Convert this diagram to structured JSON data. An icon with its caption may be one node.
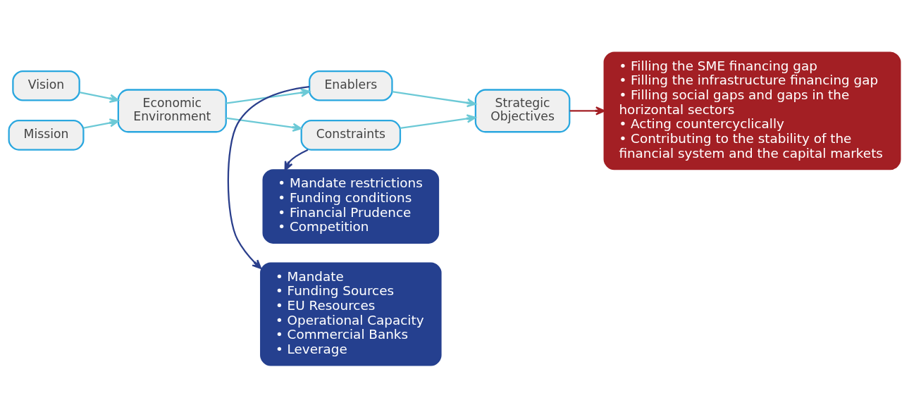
{
  "diagram": {
    "nodes": [
      {
        "text": [
          "• Mandate",
          "• Funding Sources",
          "• EU Resources",
          "• Operational Capacity",
          "• Commercial Banks",
          "• Leverage"
        ]
      },
      {
        "text": [
          "Vision"
        ]
      },
      {
        "text": [
          "Mission"
        ]
      },
      {
        "text": [
          "Economic Environment"
        ]
      },
      {
        "text": [
          "Enablers"
        ]
      },
      {
        "text": [
          "Constraints"
        ]
      },
      {
        "text": [
          "• Mandate restrictions",
          "• Funding conditions",
          "• Financial Prudence",
          "• Competition"
        ]
      },
      {
        "text": [
          "Strategic Objectives"
        ]
      },
      {
        "text": [
          "• Filling the SME financing gap",
          "• Filling the infrastructure financing gap",
          "• Filling social gaps and gaps in the horizontal sectors",
          "• Acting countercyclically",
          "• Contributing to the stability of the financial system and the capital markets"
        ]
      }
    ],
    "edges": [
      {
        "from": 1,
        "to": 3,
        "arrow": "to"
      },
      {
        "from": 2,
        "to": 3,
        "arrow": "to"
      },
      {
        "from": 3,
        "to": 4,
        "arrow": "to"
      },
      {
        "from": 3,
        "to": 5,
        "arrow": "to"
      },
      {
        "from": 4,
        "to": 7,
        "arrow": "to"
      },
      {
        "from": 5,
        "to": 7,
        "arrow": "to"
      },
      {
        "from": 4,
        "to": 0,
        "arrow": "to",
        "color": "#2b3f8c"
      },
      {
        "from": 5,
        "to": 6,
        "arrow": "to",
        "color": "#2b3f8c"
      },
      {
        "from": 7,
        "to": 8,
        "arrow": "to",
        "color": "#a31f24"
      }
    ]
  }
}
